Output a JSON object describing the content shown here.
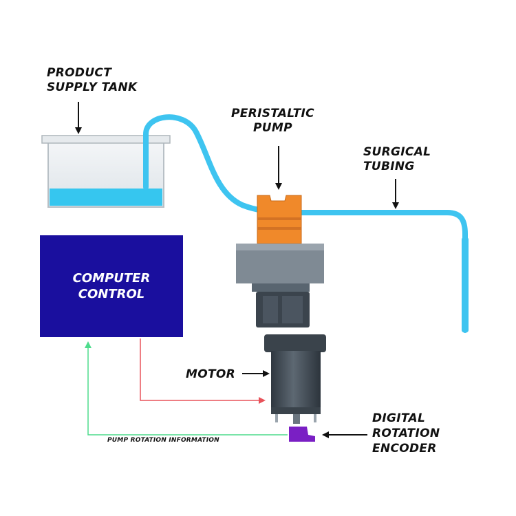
{
  "labels": {
    "tank": [
      "PRODUCT",
      "SUPPLY TANK"
    ],
    "pump": [
      "PERISTALTIC",
      "PUMP"
    ],
    "tubing": [
      "SURGICAL",
      "TUBING"
    ],
    "computer": [
      "COMPUTER",
      "CONTROL"
    ],
    "motor": "MOTOR",
    "encoder": [
      "DIGITAL",
      "ROTATION",
      "ENCODER"
    ],
    "rotation_info": "PUMP ROTATION INFORMATION"
  },
  "colors": {
    "tubing": "#3ec4f0",
    "liquid": "#36c6ef",
    "pump": "#f0892a",
    "computer_box": "#1a0f9e",
    "control_signal": "#e8525a",
    "feedback_signal": "#4ddc8c",
    "encoder": "#7a1fc4",
    "motor_body": "#4a5560"
  },
  "icons": [
    "arrow-down-icon",
    "arrow-right-icon",
    "arrow-left-icon"
  ]
}
